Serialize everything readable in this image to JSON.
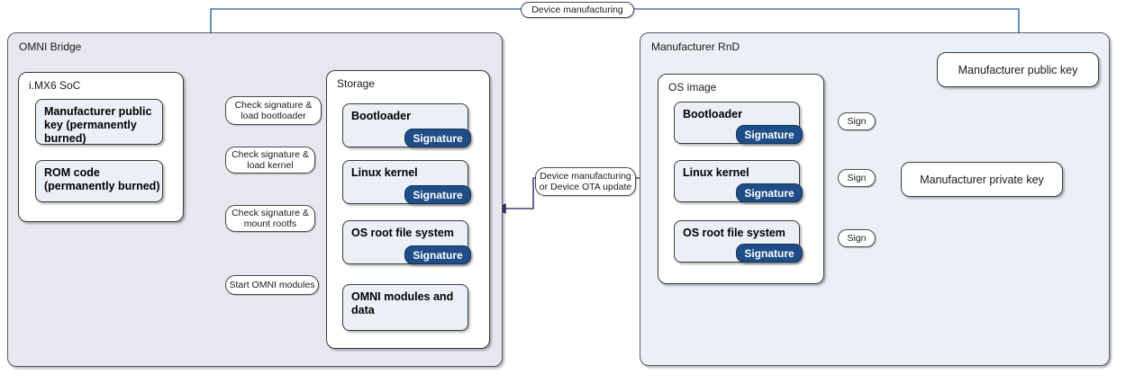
{
  "diagram": {
    "title_flows": {
      "device_manufacturing": "Device manufacturing",
      "device_manufacturing_or_ota": "Device manufacturing\nor Device OTA update"
    },
    "groups": {
      "omni_bridge": {
        "label": "OMNI Bridge"
      },
      "manufacturer_rnd": {
        "label": "Manufacturer RnD"
      }
    },
    "soc": {
      "label": "i.MX6 SoC",
      "items": [
        {
          "label": "Manufacturer public\nkey (permanently\nburned)"
        },
        {
          "label": "ROM code\n (permanently burned)"
        }
      ]
    },
    "storage": {
      "label": "Storage",
      "items": [
        {
          "label": "Bootloader",
          "signature": "Signature",
          "has_signature": true
        },
        {
          "label": "Linux kernel",
          "signature": "Signature",
          "has_signature": true
        },
        {
          "label": "OS root file system",
          "signature": "Signature",
          "has_signature": true
        },
        {
          "label": "OMNI modules and\ndata",
          "has_signature": false
        }
      ]
    },
    "callouts": [
      {
        "label": "Check signature &\nload bootloader"
      },
      {
        "label": "Check signature &\nload kernel"
      },
      {
        "label": "Check signature &\nmount rootfs"
      },
      {
        "label": "Start OMNI modules"
      }
    ],
    "os_image": {
      "label": "OS image",
      "items": [
        {
          "label": "Bootloader",
          "signature": "Signature"
        },
        {
          "label": "Linux kernel",
          "signature": "Signature"
        },
        {
          "label": "OS root file system",
          "signature": "Signature"
        }
      ]
    },
    "keys": {
      "public_key": "Manufacturer public key",
      "private_key": "Manufacturer private key"
    },
    "sign_labels": [
      {
        "label": "Sign"
      },
      {
        "label": "Sign"
      },
      {
        "label": "Sign"
      }
    ],
    "colors": {
      "signature_badge": "#1e4d87",
      "omni_group_fill": "#e8e6ee",
      "rnd_group_fill": "#eaf0f6",
      "item_fill": "#eaf0f5",
      "edge_grey": "#595959",
      "edge_blue": "#4a76a8",
      "edge_purple": "#4b3f72"
    }
  }
}
